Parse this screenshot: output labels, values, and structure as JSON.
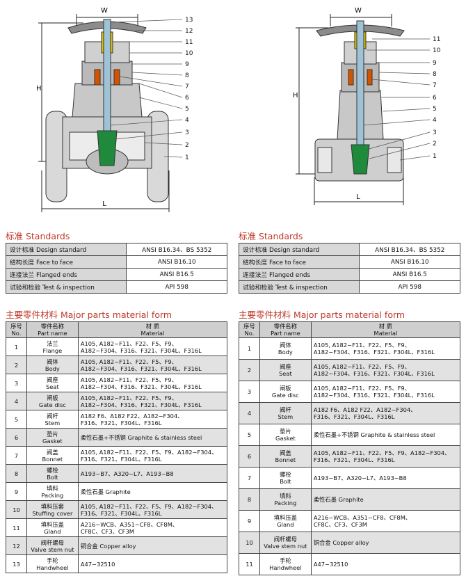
{
  "left_drawing": {
    "dim_w": "W",
    "dim_h": "H",
    "dim_l": "L",
    "callouts": [
      "13",
      "12",
      "11",
      "10",
      "9",
      "8",
      "7",
      "6",
      "5",
      "4",
      "3",
      "2",
      "1"
    ]
  },
  "right_drawing": {
    "dim_w": "W",
    "dim_h": "H",
    "dim_l": "L",
    "callouts": [
      "11",
      "10",
      "9",
      "8",
      "7",
      "6",
      "5",
      "4",
      "3",
      "2",
      "1"
    ]
  },
  "standards_heading": "标准 Standards",
  "standards": [
    {
      "label": "设计标准 Design standard",
      "value": "ANSI B16.34、BS 5352"
    },
    {
      "label": "结构长度 Face to face",
      "value": "ANSI B16.10"
    },
    {
      "label": "连接法兰 Flanged ends",
      "value": "ANSI B16.5"
    },
    {
      "label": "试验和检验 Test & inspection",
      "value": "API 598"
    }
  ],
  "materials_heading": "主要零件材料 Major parts material form",
  "headers": {
    "no_cn": "序号",
    "no_en": "No.",
    "name_cn": "零件名称",
    "name_en": "Part name",
    "mat_cn": "材 质",
    "mat_en": "Material"
  },
  "left_materials": [
    {
      "no": "1",
      "cn": "法兰",
      "en": "Flange",
      "mat": "A105, A182−F11、F22、F5、F9、\nA182−F304、F316、F321、F304L、F316L"
    },
    {
      "no": "2",
      "cn": "阀体",
      "en": "Body",
      "mat": "A105, A182−F11、F22、F5、F9、\nA182−F304、F316、F321、F304L、F316L"
    },
    {
      "no": "3",
      "cn": "阀座",
      "en": "Seat",
      "mat": "A105, A182−F11、F22、F5、F9、\nA182−F304、F316、F321、F304L、F316L"
    },
    {
      "no": "4",
      "cn": "闸板",
      "en": "Gate disc",
      "mat": "A105, A182−F11、F22、F5、F9、\nA182−F304、F316、F321、F304L、F316L"
    },
    {
      "no": "5",
      "cn": "阀杆",
      "en": "Stem",
      "mat": "A182 F6、A182 F22、A182−F304、\nF316、F321、F304L、F316L"
    },
    {
      "no": "6",
      "cn": "垫片",
      "en": "Gasket",
      "mat": "柔性石墨+不锈钢 Graphite & stainless steel"
    },
    {
      "no": "7",
      "cn": "阀盖",
      "en": "Bonnet",
      "mat": "A105, A182−F11、F22、F5、F9、A182−F304、\nF316、F321、F304L、F316L"
    },
    {
      "no": "8",
      "cn": "螺栓",
      "en": "Bolt",
      "mat": "A193−B7、A320−L7、A193−B8"
    },
    {
      "no": "9",
      "cn": "填料",
      "en": "Packing",
      "mat": "柔性石墨 Graphite"
    },
    {
      "no": "10",
      "cn": "填料压套",
      "en": "Stuffing cover",
      "mat": "A105, A182−F11、F22、F5、F9、A182−F304、\nF316、F321、F304L、F316L"
    },
    {
      "no": "11",
      "cn": "填料压盖",
      "en": "Gland",
      "mat": "A216−WCB、A351−CF8、CF8M、\nCF8C、CF3、CF3M"
    },
    {
      "no": "12",
      "cn": "阀杆螺母",
      "en": "Valve stem nut",
      "mat": "铜合金 Copper alloy"
    },
    {
      "no": "13",
      "cn": "手轮",
      "en": "Handwheel",
      "mat": "A47−32510"
    }
  ],
  "right_materials": [
    {
      "no": "1",
      "cn": "阀体",
      "en": "Body",
      "mat": "A105, A182−F11、F22、F5、F9、\nA182−F304、F316、F321、F304L、F316L"
    },
    {
      "no": "2",
      "cn": "阀座",
      "en": "Seat",
      "mat": "A105, A182−F11、F22、F5、F9、\nA182−F304、F316、F321、F304L、F316L"
    },
    {
      "no": "3",
      "cn": "闸板",
      "en": "Gate disc",
      "mat": "A105, A182−F11、F22、F5、F9、\nA182−F304、F316、F321、F304L、F316L"
    },
    {
      "no": "4",
      "cn": "阀杆",
      "en": "Stem",
      "mat": "A182 F6、A182 F22、A182−F304、\nF316、F321、F304L、F316L"
    },
    {
      "no": "5",
      "cn": "垫片",
      "en": "Gasket",
      "mat": "柔性石墨+不锈钢 Graphite & stainless steel"
    },
    {
      "no": "6",
      "cn": "阀盖",
      "en": "Bonnet",
      "mat": "A105, A182−F11、F22、F5、F9、A182−F304、\nF316、F321、F304L、F316L"
    },
    {
      "no": "7",
      "cn": "螺栓",
      "en": "Bolt",
      "mat": "A193−B7、A320−L7、A193−B8"
    },
    {
      "no": "8",
      "cn": "填料",
      "en": "Packing",
      "mat": "柔性石墨 Graphite"
    },
    {
      "no": "9",
      "cn": "填料压盖",
      "en": "Gland",
      "mat": "A216−WCB、A351−CF8、CF8M、\nCF8C、CF3、CF3M"
    },
    {
      "no": "10",
      "cn": "阀杆螺母",
      "en": "Valve stem nut",
      "mat": "铜合金 Copper alloy"
    },
    {
      "no": "11",
      "cn": "手轮",
      "en": "Handwheel",
      "mat": "A47−32510"
    }
  ],
  "colors": {
    "heading": "#c0392b",
    "header_bg": "#cfcfcf",
    "stripe": "#e2e2e2",
    "stem": "#9fc3d6",
    "disc": "#1f8a3b",
    "nut": "#e6c200"
  }
}
